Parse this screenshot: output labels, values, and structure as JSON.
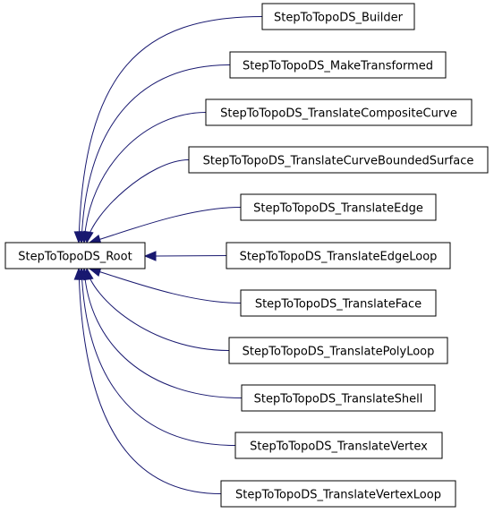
{
  "colors": {
    "edge": "#191970",
    "node_border": "#000000",
    "node_fill": "#ffffff",
    "text": "#000000",
    "background": "#ffffff"
  },
  "diagram": {
    "root": {
      "label": "StepToTopoDS_Root"
    },
    "children": [
      {
        "label": "StepToTopoDS_Builder"
      },
      {
        "label": "StepToTopoDS_MakeTransformed"
      },
      {
        "label": "StepToTopoDS_TranslateCompositeCurve"
      },
      {
        "label": "StepToTopoDS_TranslateCurveBoundedSurface"
      },
      {
        "label": "StepToTopoDS_TranslateEdge"
      },
      {
        "label": "StepToTopoDS_TranslateEdgeLoop"
      },
      {
        "label": "StepToTopoDS_TranslateFace"
      },
      {
        "label": "StepToTopoDS_TranslatePolyLoop"
      },
      {
        "label": "StepToTopoDS_TranslateShell"
      },
      {
        "label": "StepToTopoDS_TranslateVertex"
      },
      {
        "label": "StepToTopoDS_TranslateVertexLoop"
      }
    ]
  }
}
